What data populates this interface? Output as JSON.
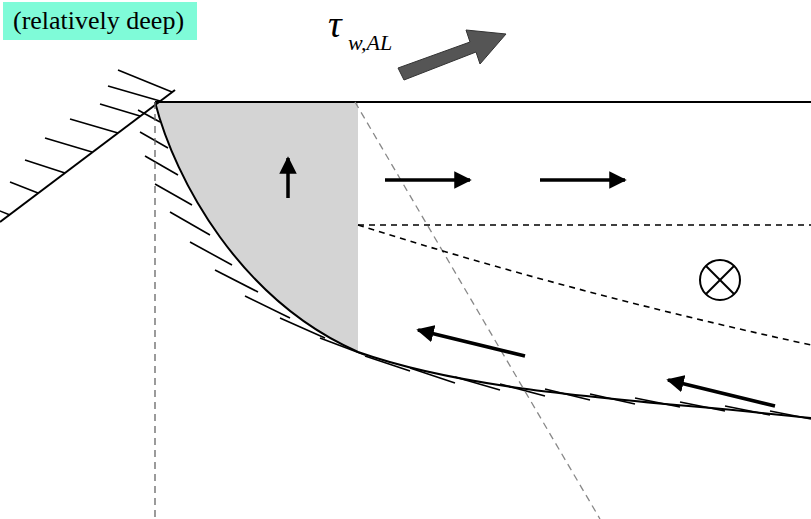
{
  "diagram": {
    "nodes": [
      {
        "text": [
          "(relatively deep)"
        ]
      }
    ],
    "labels": [
      "τ",
      "w,AL"
    ]
  }
}
